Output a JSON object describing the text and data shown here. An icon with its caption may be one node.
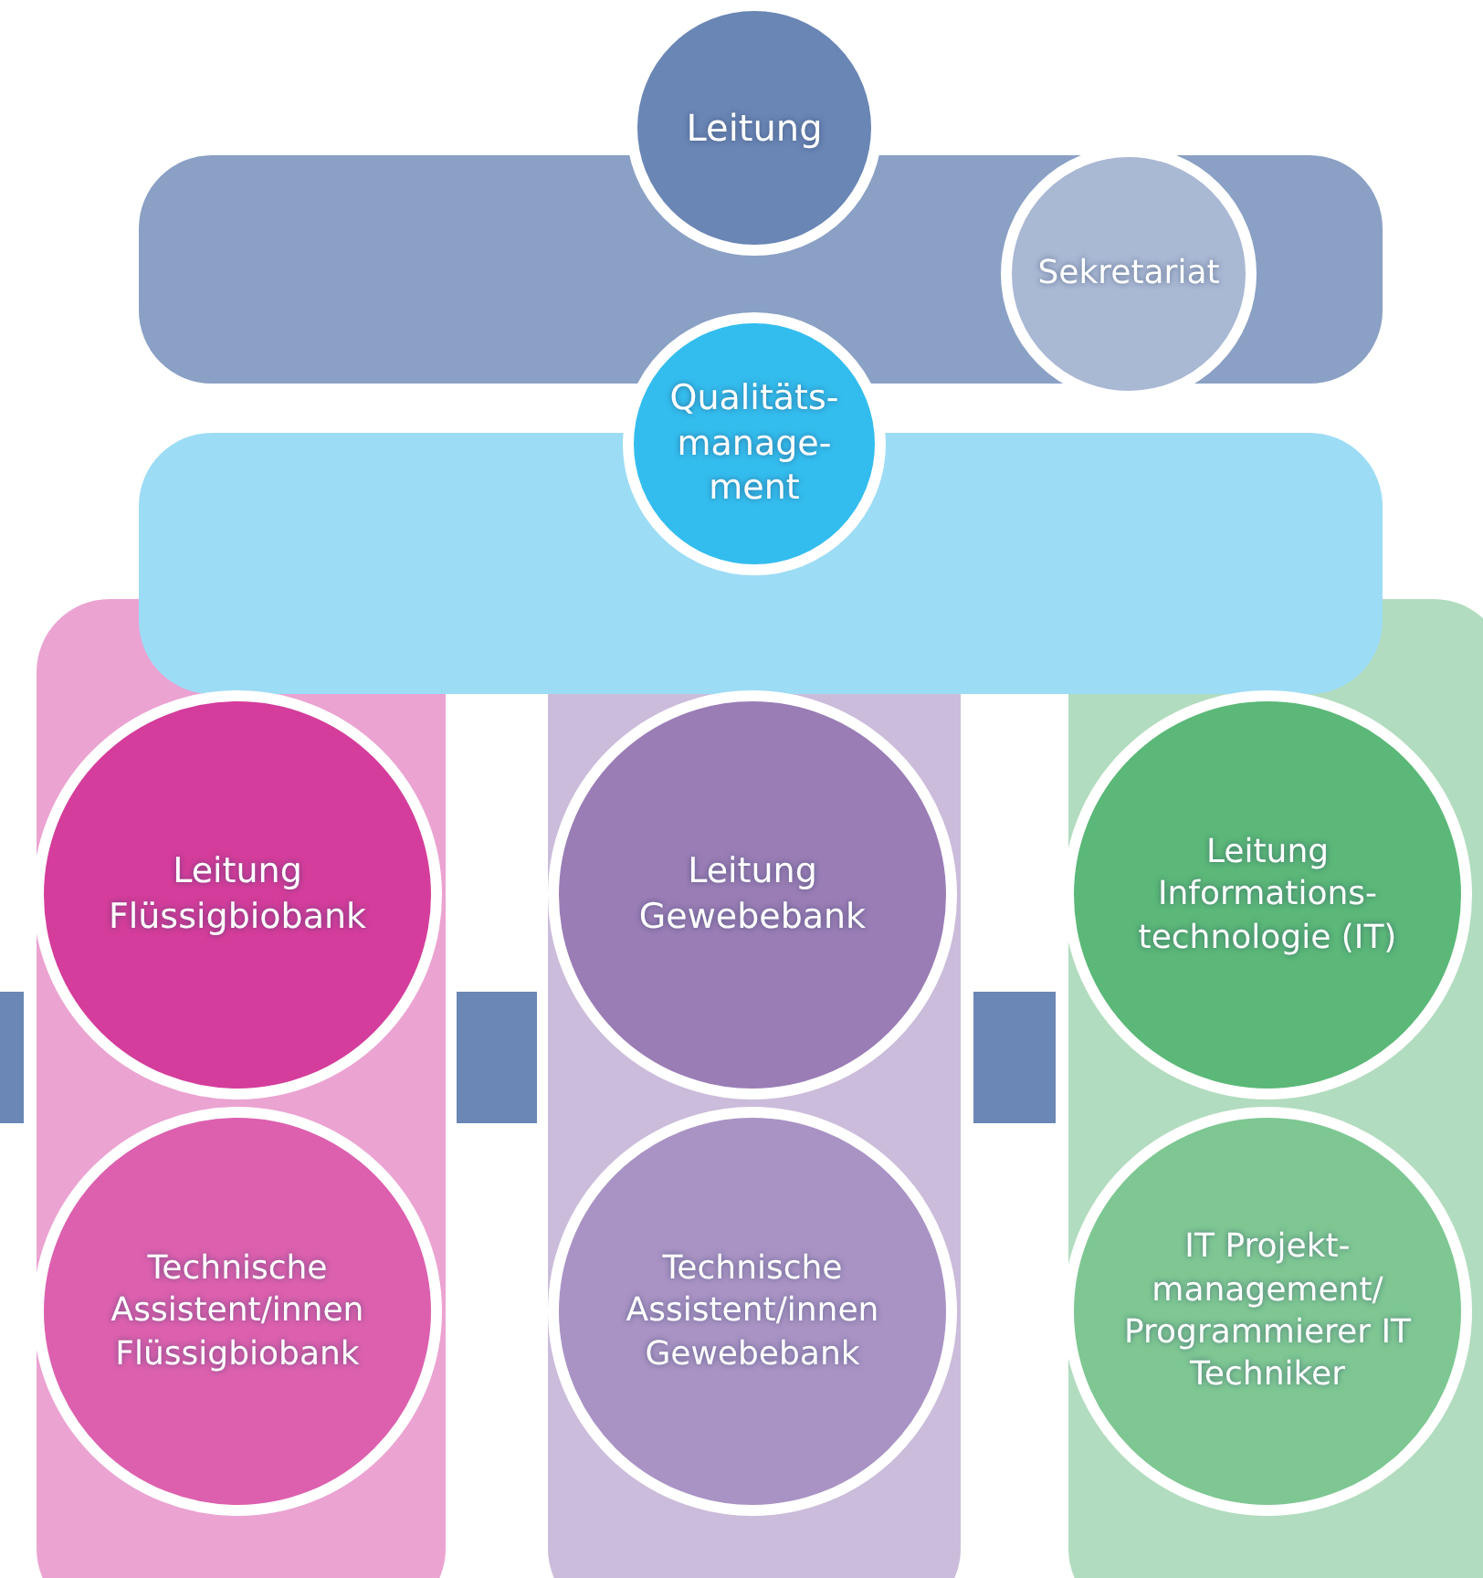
{
  "diagram": {
    "nodes": [
      {
        "text": [
          "Leitung"
        ]
      },
      {
        "text": [
          "Sekretariat"
        ]
      },
      {
        "text": [
          "Qualitäts- manage- ment"
        ]
      },
      {
        "text": [
          "Leitung Flüssigbiobank"
        ]
      },
      {
        "text": [
          "Leitung Gewebebank"
        ]
      },
      {
        "text": [
          "Leitung Informations- technologie (IT)"
        ]
      },
      {
        "text": [
          "Technische Assistent/innen Flüssigbiobank"
        ]
      },
      {
        "text": [
          "Technische Assistent/innen Gewebebank"
        ]
      },
      {
        "text": [
          "IT Projekt- management/ Programmierer IT Techniker"
        ]
      }
    ]
  }
}
